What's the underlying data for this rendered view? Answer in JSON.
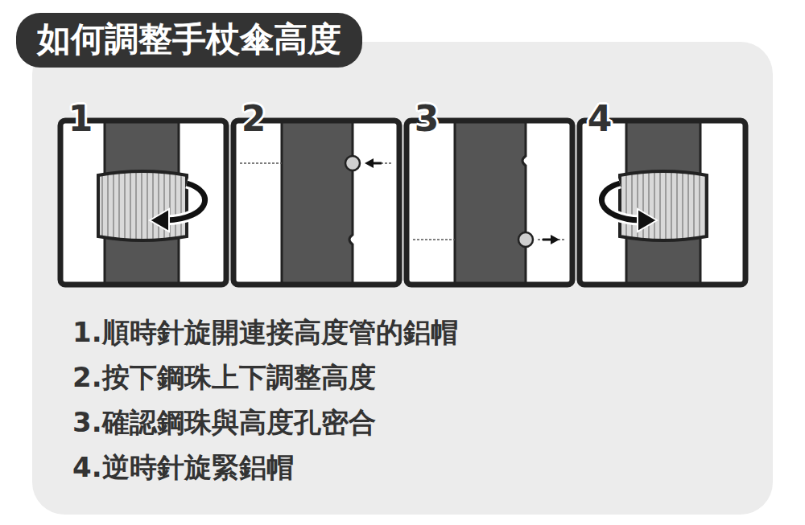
{
  "diagram": {
    "title": "如何調整手杖傘高度",
    "labels": [
      "1",
      "2",
      "3",
      "4",
      "1.順時針旋開連接高度管的鋁帽",
      "2.按下鋼珠上下調整高度",
      "3.確認鋼珠與高度孔密合",
      "4.逆時針旋緊鋁帽"
    ]
  }
}
